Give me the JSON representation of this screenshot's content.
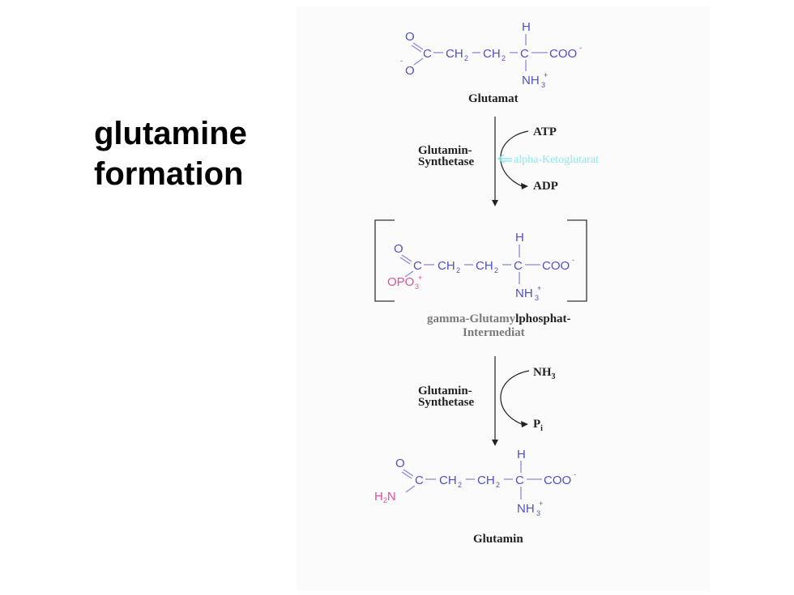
{
  "title": {
    "line1": "glutamine",
    "line2": "formation"
  },
  "molecules": {
    "glutamat": {
      "name": "Glutamat",
      "o_top": "O",
      "o_bottom": "O",
      "o_minus": "-",
      "c": "C",
      "ch2_a": "CH",
      "ch2_b": "CH",
      "sub2": "2",
      "c_alpha": "C",
      "h": "H",
      "coo": "COO",
      "coo_minus": "-",
      "nh3": "NH",
      "sub3": "3",
      "plus": "+"
    },
    "intermediate": {
      "name_line1_grey": "gamma-Glutamy",
      "name_line1_dark": "lphosphat-",
      "name_line2": "Intermediat",
      "o_top": "O",
      "opo": "OPO",
      "opo_sub": "3",
      "opo_plus": "+",
      "c": "C",
      "ch2_a": "CH",
      "ch2_b": "CH",
      "sub2": "2",
      "c_alpha": "C",
      "h": "H",
      "coo": "COO",
      "coo_minus": "-",
      "nh3": "NH",
      "sub3": "3",
      "plus": "+"
    },
    "glutamin": {
      "name": "Glutamin",
      "o_top": "O",
      "h2n": "H",
      "h2n_sub": "2",
      "h2n_n": "N",
      "c": "C",
      "ch2_a": "CH",
      "ch2_b": "CH",
      "sub2": "2",
      "c_alpha": "C",
      "h": "H",
      "coo": "COO",
      "coo_minus": "-",
      "nh3": "NH",
      "sub3": "3",
      "plus": "+"
    }
  },
  "steps": [
    {
      "enzyme_line1": "Glutamin-",
      "enzyme_line2": "Synthetase",
      "input": "ATP",
      "output": "ADP",
      "inhibitor": "alpha-Ketoglutarat"
    },
    {
      "enzyme_line1": "Glutamin-",
      "enzyme_line2": "Synthetase",
      "input": "NH",
      "input_sub": "3",
      "output": "P",
      "output_sub": "i"
    }
  ],
  "colors": {
    "chem": "#5050c8",
    "pink": "#e0509a",
    "cyan": "#8ee8f0",
    "text": "#222222"
  }
}
